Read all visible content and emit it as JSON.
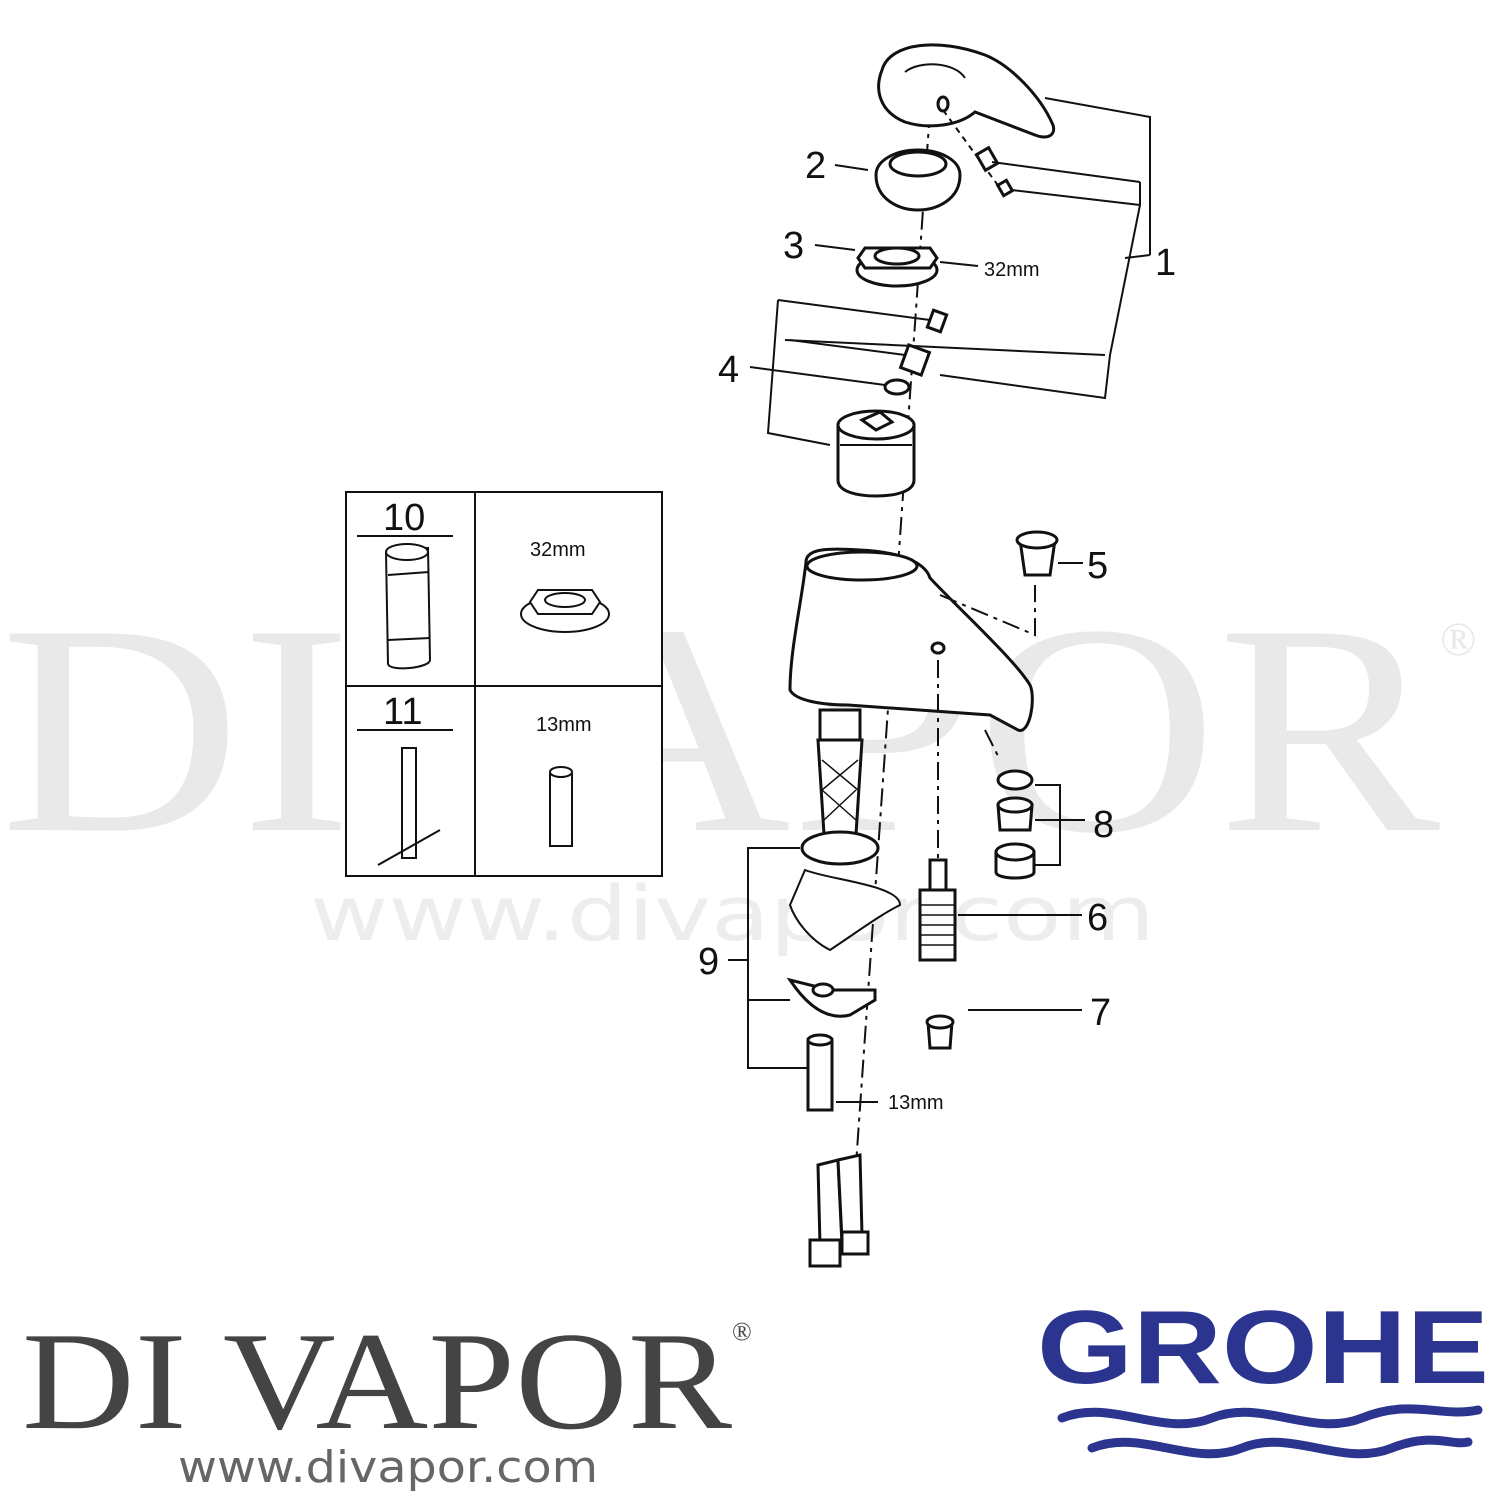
{
  "watermark": {
    "main": "DIVAPOR",
    "registered": "®",
    "url": "www.divapor.com"
  },
  "callouts": {
    "c1": "1",
    "c2": "2",
    "c3": "3",
    "c4": "4",
    "c5": "5",
    "c6": "6",
    "c7": "7",
    "c8": "8",
    "c9": "9"
  },
  "dimensions": {
    "nut_32": "32mm",
    "bolt_13": "13mm"
  },
  "tools_table": {
    "tool_10_number": "10",
    "tool_10_size": "32mm",
    "tool_11_number": "11",
    "tool_11_size": "13mm"
  },
  "branding": {
    "divapor_logo": "DI VAPOR",
    "divapor_registered": "®",
    "divapor_url": "www.divapor.com",
    "grohe_logo": "GROHE",
    "grohe_color": "#2b3590"
  }
}
